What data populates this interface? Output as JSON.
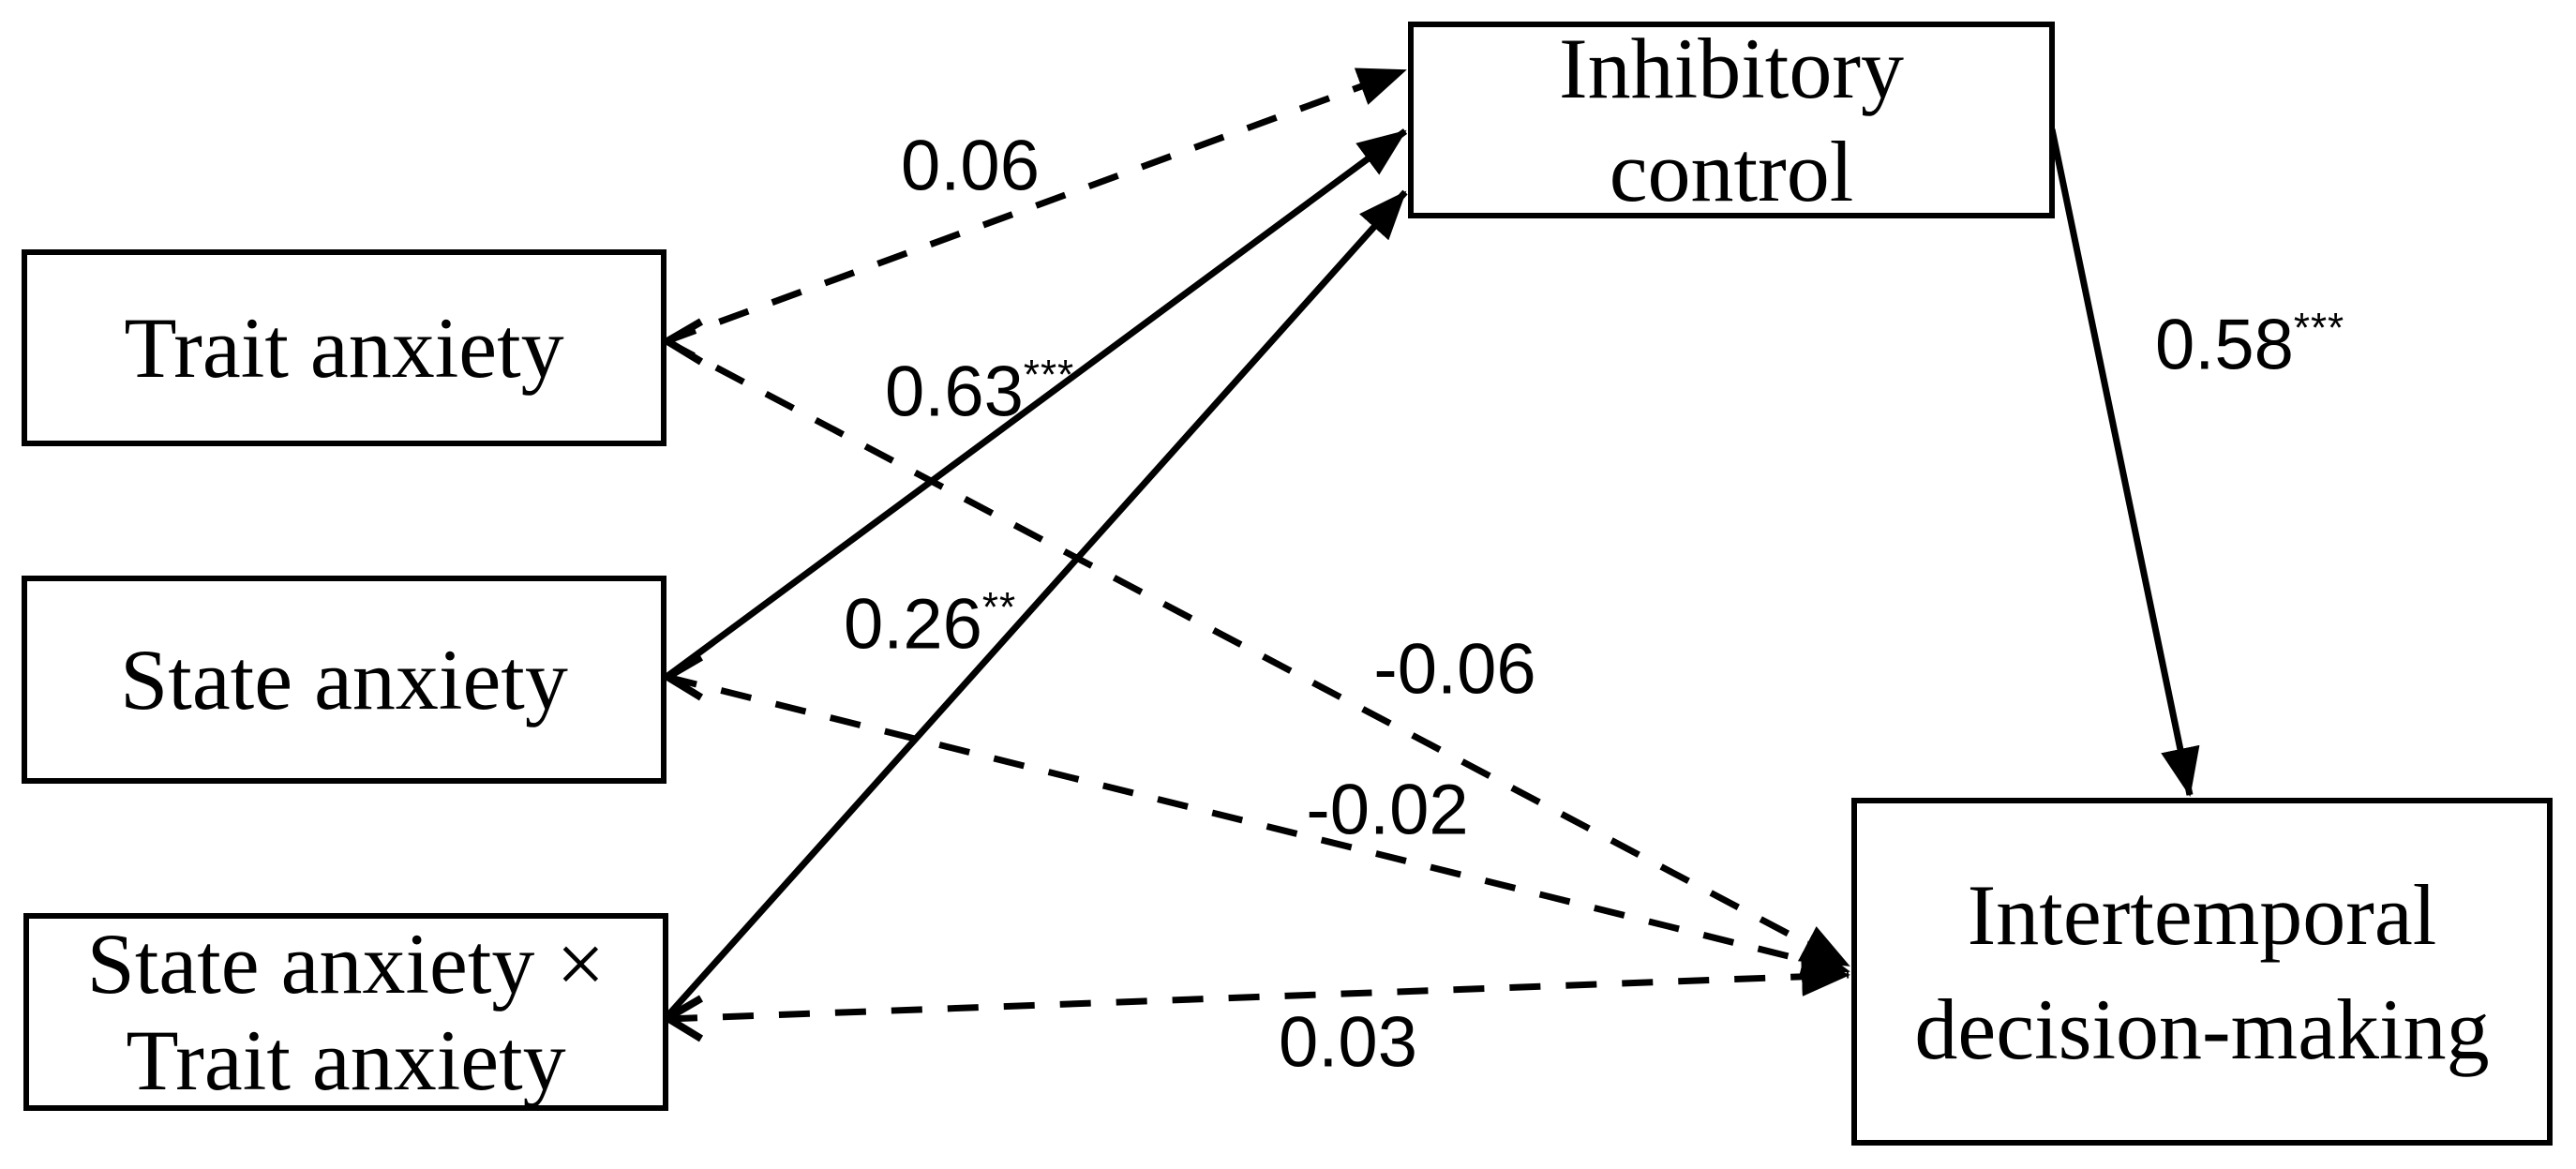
{
  "diagram": {
    "type": "path-model",
    "background_color": "#ffffff",
    "line_color": "#000000",
    "nodes": {
      "trait": {
        "label": "Trait anxiety"
      },
      "state": {
        "label": "State anxiety"
      },
      "interaction": {
        "line1": "State anxiety ×",
        "line2": "Trait anxiety"
      },
      "inhibitory": {
        "line1": "Inhibitory",
        "line2": "control"
      },
      "intertemporal": {
        "line1": "Intertemporal",
        "line2": "decision-making"
      }
    },
    "paths": [
      {
        "from": "Trait anxiety",
        "to": "Inhibitory control",
        "coefficient": "0.06",
        "significance": "",
        "style": "dashed"
      },
      {
        "from": "State anxiety",
        "to": "Inhibitory control",
        "coefficient": "0.63",
        "significance": "***",
        "style": "solid"
      },
      {
        "from": "State anxiety × Trait anxiety",
        "to": "Inhibitory control",
        "coefficient": "0.26",
        "significance": "**",
        "style": "solid"
      },
      {
        "from": "Trait anxiety",
        "to": "Intertemporal decision-making",
        "coefficient": "-0.06",
        "significance": "",
        "style": "dashed"
      },
      {
        "from": "State anxiety",
        "to": "Intertemporal decision-making",
        "coefficient": "-0.02",
        "significance": "",
        "style": "dashed"
      },
      {
        "from": "State anxiety × Trait anxiety",
        "to": "Intertemporal decision-making",
        "coefficient": "0.03",
        "significance": "",
        "style": "dashed"
      },
      {
        "from": "Inhibitory control",
        "to": "Intertemporal decision-making",
        "coefficient": "0.58",
        "significance": "***",
        "style": "solid"
      }
    ]
  }
}
